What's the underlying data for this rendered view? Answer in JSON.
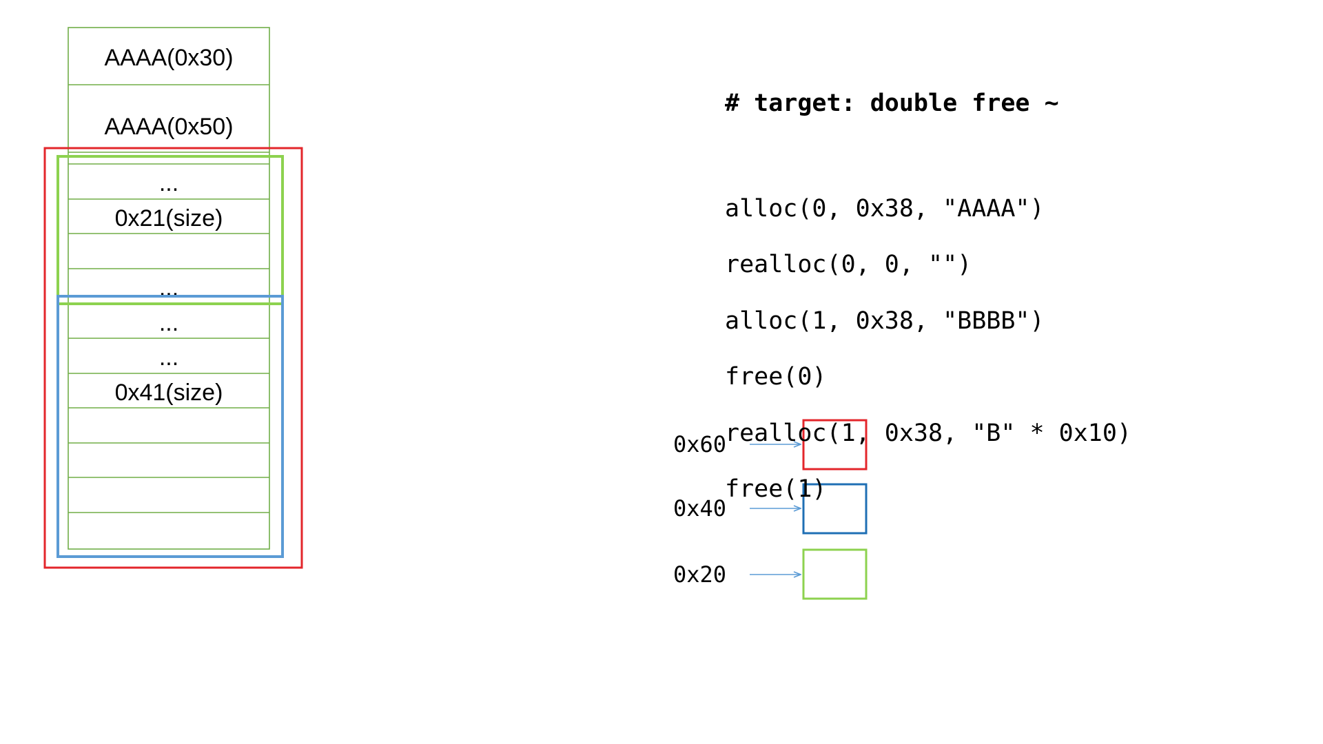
{
  "heap_cells": [
    "AAAA(0x30)",
    "AAAA(0x50)",
    "...",
    "0x21(size)",
    "",
    "...",
    "...",
    "...",
    "0x41(size)",
    "",
    "",
    "",
    ""
  ],
  "chunk_outlines": [
    {
      "name": "red-chunk-outline",
      "color": "#e3262b"
    },
    {
      "name": "green-chunk-outline",
      "color": "#8dd24f"
    },
    {
      "name": "blue-chunk-outline",
      "color": "#5b9bd5"
    }
  ],
  "code": {
    "title": "# target: double free ~",
    "lines": [
      "alloc(0, 0x38, \"AAAA\")",
      "realloc(0, 0, \"\")",
      "alloc(1, 0x38, \"BBBB\")",
      "free(0)",
      "realloc(1, 0x38, \"B\" * 0x10)",
      "free(1)"
    ]
  },
  "bins": [
    {
      "label": "0x60",
      "color": "#e3262b"
    },
    {
      "label": "0x40",
      "color": "#1f6fb4"
    },
    {
      "label": "0x20",
      "color": "#8dd24f"
    }
  ],
  "colors": {
    "heap_grid": "#70ad47",
    "arrow": "#5b9bd5"
  }
}
